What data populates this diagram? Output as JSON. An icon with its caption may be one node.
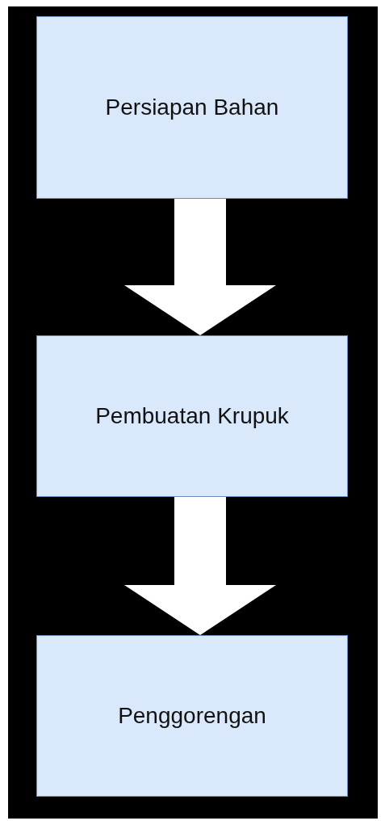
{
  "diagram": {
    "nodes": [
      {
        "text": [
          "Persiapan Bahan"
        ]
      },
      {
        "text": [
          "Pembuatan Krupuk"
        ]
      },
      {
        "text": [
          "Penggorengan"
        ]
      }
    ],
    "edges": [
      {
        "from": 0,
        "to": 1,
        "arrow": "to",
        "style": "thick"
      },
      {
        "from": 1,
        "to": 2,
        "arrow": "to",
        "style": "thick"
      }
    ]
  }
}
